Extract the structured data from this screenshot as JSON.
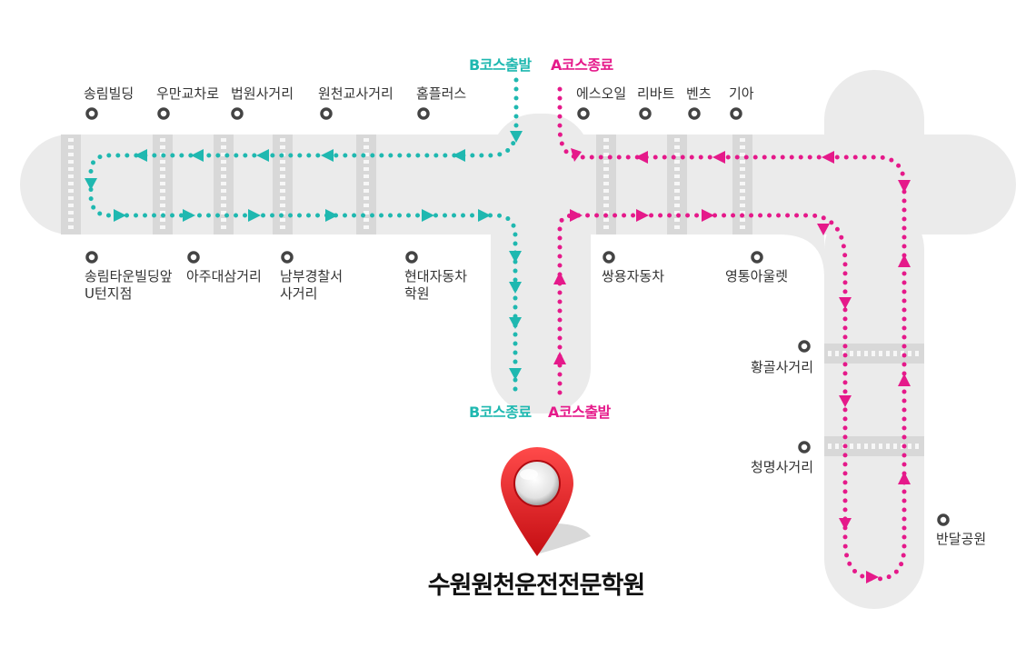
{
  "colors": {
    "course_a": "#e5198a",
    "course_b": "#1fb8b0",
    "road": "#ebebeb",
    "crossing": "#d5d5d5",
    "pin": "#e8141b"
  },
  "courses": {
    "b_start": "B코스출발",
    "a_end": "A코스종료",
    "b_end": "B코스종료",
    "a_start": "A코스출발"
  },
  "labels": {
    "songrim_building": "송림빌딩",
    "uman_intersection": "우만교차로",
    "court_intersection": "법원사거리",
    "woncheon_intersection": "원천교사거리",
    "homeplus": "홈플러스",
    "s_oil": "에스오일",
    "rivart": "리바트",
    "benz": "벤츠",
    "kia": "기아",
    "songrim_uturn_1": "송림타운빌딩앞",
    "songrim_uturn_2": "U턴지점",
    "aju_intersection": "아주대삼거리",
    "nambu_police_1": "남부경찰서",
    "nambu_police_2": "사거리",
    "hyundai_academy_1": "현대자동차",
    "hyundai_academy_2": "학원",
    "ssangyong": "쌍용자동차",
    "yeongtong_outlet": "영통아울렛",
    "hwanggol_intersection": "황골사거리",
    "cheongmyeong_intersection": "청명사거리",
    "bandal_park": "반달공원"
  },
  "destination": {
    "name": "수원원천운전전문학원",
    "icon": "map-pin-icon"
  }
}
